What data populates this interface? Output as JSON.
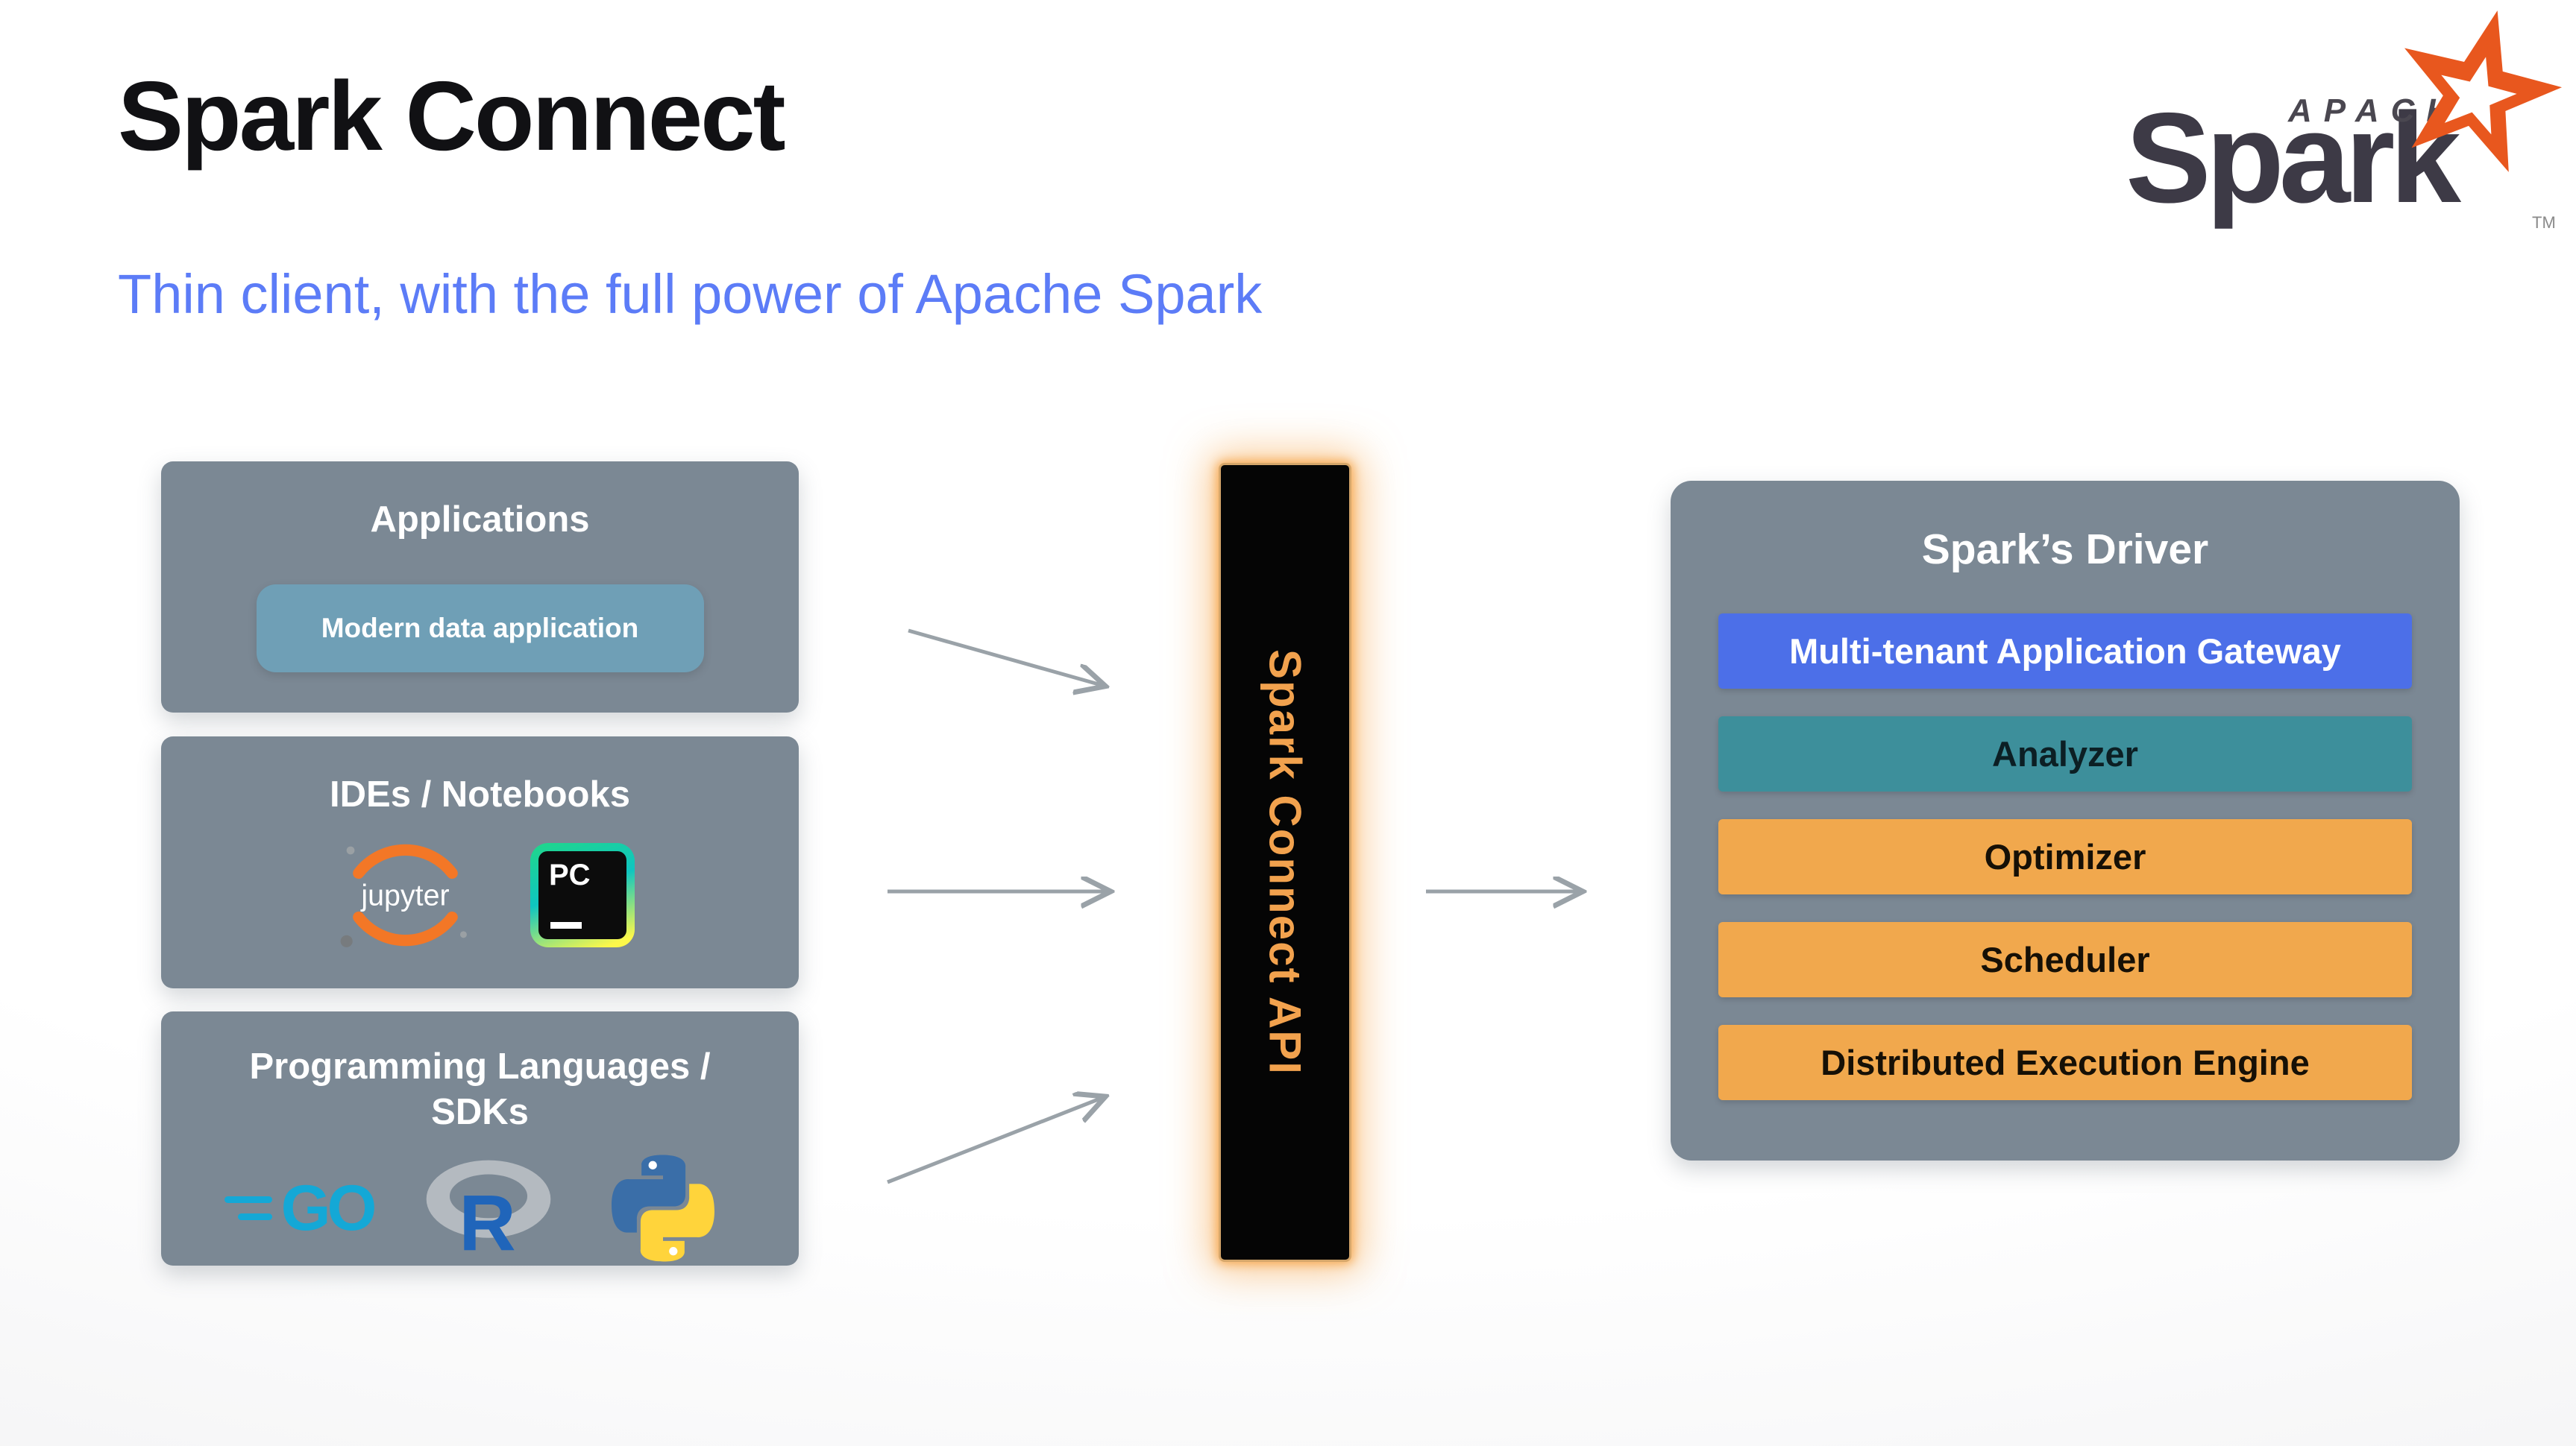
{
  "slide": {
    "title": "Spark Connect",
    "subtitle": "Thin client, with the full power of Apache Spark"
  },
  "spark_logo": {
    "apache": "APACHE",
    "name": "Spark",
    "tm": "TM",
    "star_color": "#e8571e",
    "text_color": "#3d3a46"
  },
  "sources": [
    {
      "title": "Applications",
      "items": [
        "Modern data application"
      ]
    },
    {
      "title": "IDEs / Notebooks",
      "logos": [
        "jupyter",
        "pycharm"
      ]
    },
    {
      "title": "Programming Languages / SDKs",
      "logos": [
        "go",
        "r",
        "python"
      ]
    }
  ],
  "logo_labels": {
    "jupyter": "jupyter",
    "pycharm": "PC",
    "go": "GO",
    "r": "R"
  },
  "logo_colors": {
    "jupyter_orange": "#f37726",
    "go_blue": "#14a8d6",
    "r_blue": "#2065ba",
    "r_ring": "#b4bac0",
    "python_blue": "#3a6ea8",
    "python_yellow": "#ffd43b"
  },
  "connector": {
    "label": "Spark Connect API",
    "text_color": "#f2a24e",
    "background": "#050505",
    "glow_color": "#f5a54b"
  },
  "driver": {
    "title": "Spark’s Driver",
    "layers": [
      {
        "label": "Multi-tenant Application Gateway",
        "bg": "#4c6fe8",
        "fg": "#ffffff"
      },
      {
        "label": "Analyzer",
        "bg": "#3d8f9b",
        "fg": "#0c1f24"
      },
      {
        "label": "Optimizer",
        "bg": "#f1a84d",
        "fg": "#161006"
      },
      {
        "label": "Scheduler",
        "bg": "#f1a84d",
        "fg": "#161006"
      },
      {
        "label": "Distributed Execution Engine",
        "bg": "#f1a84d",
        "fg": "#161006"
      }
    ]
  },
  "colors": {
    "panel": "#7b8894",
    "subtitle": "#5c7cf7",
    "arrow": "#9aa2a8",
    "app_chip": "#6f9fb6"
  }
}
